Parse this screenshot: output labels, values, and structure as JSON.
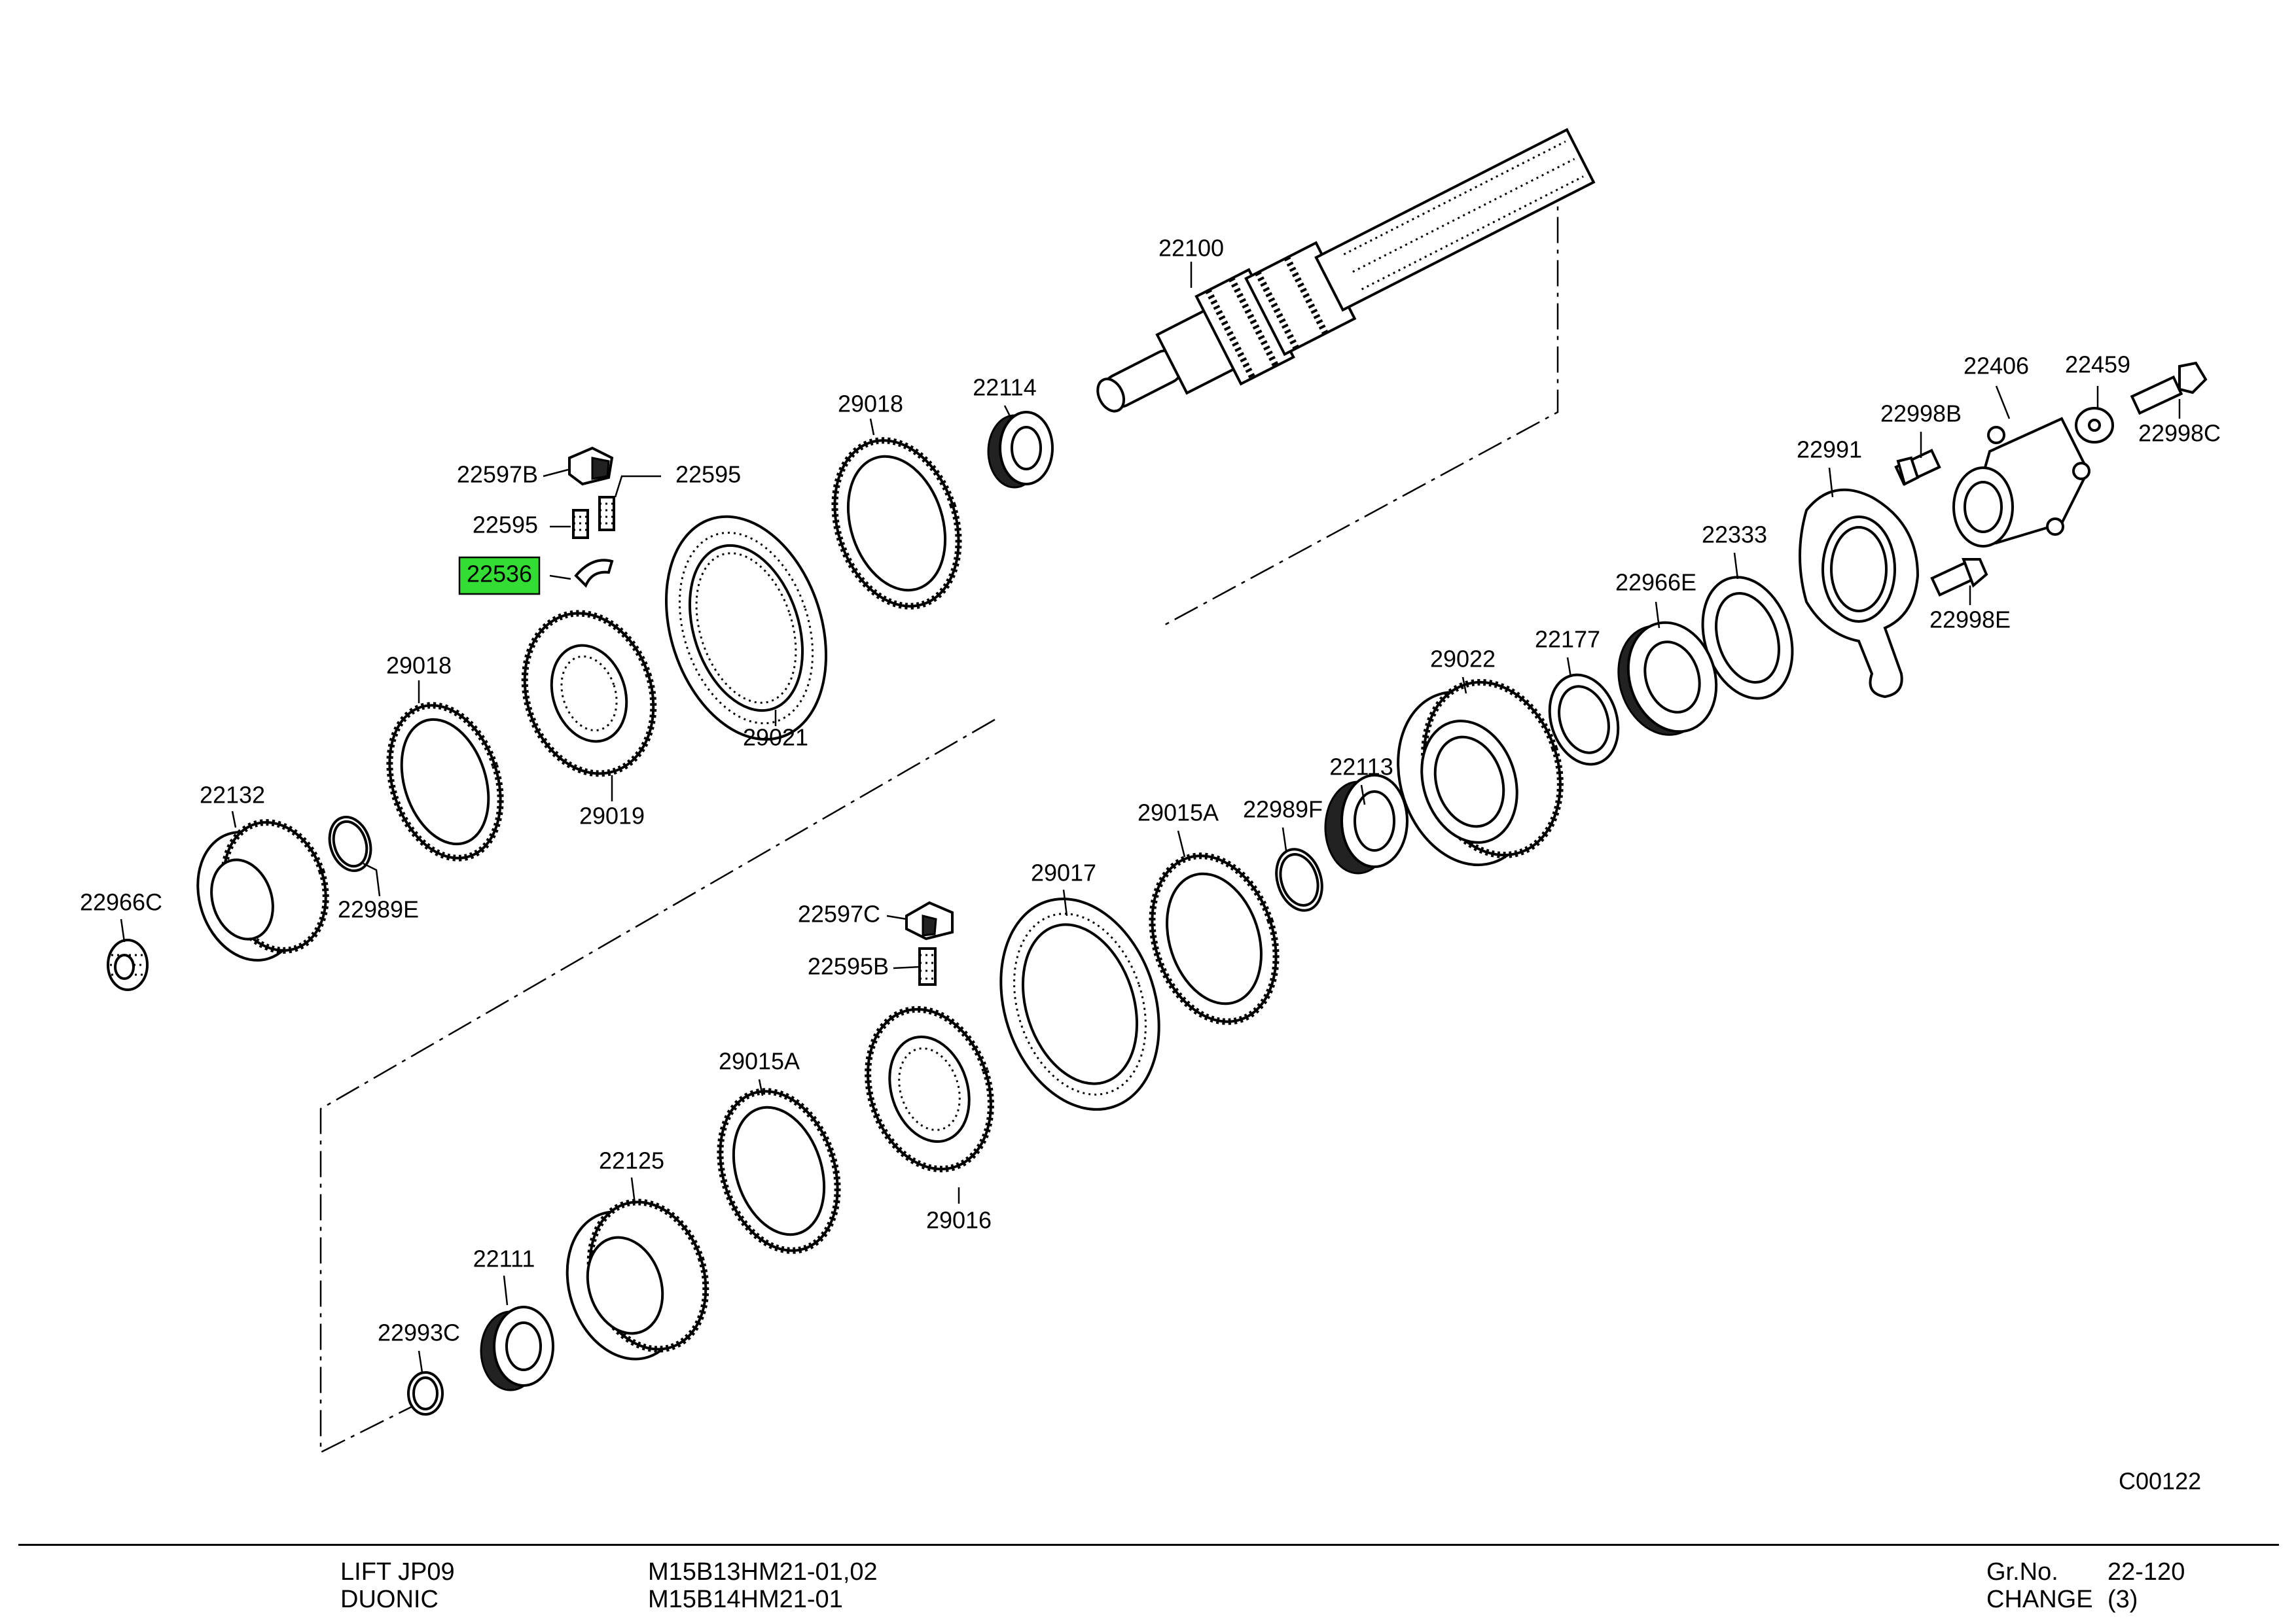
{
  "highlight_color": "#33dd33",
  "diagram_code": "C00122",
  "callouts": [
    {
      "id": "c-22100",
      "label": "22100"
    },
    {
      "id": "c-22114",
      "label": "22114"
    },
    {
      "id": "c-29018a",
      "label": "29018"
    },
    {
      "id": "c-22595a",
      "label": "22595"
    },
    {
      "id": "c-22597b",
      "label": "22597B"
    },
    {
      "id": "c-22595b",
      "label": "22595"
    },
    {
      "id": "c-22536",
      "label": "22536",
      "highlighted": true
    },
    {
      "id": "c-29021",
      "label": "29021"
    },
    {
      "id": "c-29019",
      "label": "29019"
    },
    {
      "id": "c-29018b",
      "label": "29018"
    },
    {
      "id": "c-22132",
      "label": "22132"
    },
    {
      "id": "c-22989e",
      "label": "22989E"
    },
    {
      "id": "c-22966c",
      "label": "22966C"
    },
    {
      "id": "c-22406",
      "label": "22406"
    },
    {
      "id": "c-22459",
      "label": "22459"
    },
    {
      "id": "c-22998b",
      "label": "22998B"
    },
    {
      "id": "c-22998c",
      "label": "22998C"
    },
    {
      "id": "c-22991",
      "label": "22991"
    },
    {
      "id": "c-22333",
      "label": "22333"
    },
    {
      "id": "c-22998e",
      "label": "22998E"
    },
    {
      "id": "c-22966e",
      "label": "22966E"
    },
    {
      "id": "c-22177",
      "label": "22177"
    },
    {
      "id": "c-29022",
      "label": "29022"
    },
    {
      "id": "c-22113",
      "label": "22113"
    },
    {
      "id": "c-22989f",
      "label": "22989F"
    },
    {
      "id": "c-29015a-1",
      "label": "29015A"
    },
    {
      "id": "c-29017",
      "label": "29017"
    },
    {
      "id": "c-22597c",
      "label": "22597C"
    },
    {
      "id": "c-22595bb",
      "label": "22595B"
    },
    {
      "id": "c-29015a-2",
      "label": "29015A"
    },
    {
      "id": "c-29016",
      "label": "29016"
    },
    {
      "id": "c-22125",
      "label": "22125"
    },
    {
      "id": "c-22111",
      "label": "22111"
    },
    {
      "id": "c-22993c",
      "label": "22993C"
    }
  ],
  "footer": {
    "model_line1": "LIFT JP09",
    "model_line2": "DUONIC",
    "code_line1": "M15B13HM21-01,02",
    "code_line2": "M15B14HM21-01",
    "grno_label": "Gr.No.",
    "grno_value": "22-120",
    "change_label": "CHANGE",
    "change_value": "(3)"
  }
}
